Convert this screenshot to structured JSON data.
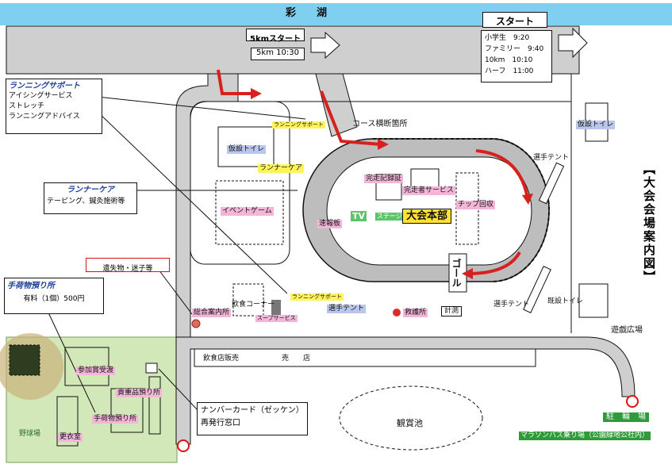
{
  "lake": "彩　　湖",
  "title_vertical": "【大会会場案内図】",
  "start_sign": "スタート",
  "start_times": [
    "小学生　9:20",
    "ファミリー　9:40",
    "10km　10:10",
    "ハーフ　11:00"
  ],
  "start_5km_sign": "5kmスタート",
  "start_5km_time": "5km 10:30",
  "legend": {
    "running_support": {
      "title": "ランニングサポート",
      "items": [
        "アイシングサービス",
        "ストレッチ",
        "ランニングアドバイス"
      ]
    },
    "runner_care": {
      "title": "ランナーケア",
      "text": "テーピング、鍼灸施術等"
    },
    "lost": {
      "title": "遺失物・迷子等"
    },
    "baggage": {
      "title": "手荷物預り所",
      "text": "有料（1個）500円"
    }
  },
  "labels": {
    "course_crossing": "コース横断箇所",
    "temp_toilet_1": "仮設トイレ",
    "temp_toilet_2": "仮設トイレ",
    "runner_care": "ランナーケア",
    "event_game": "イベントゲーム",
    "rs_small_1": "ランニングサポート",
    "rs_small_2": "ランニングサポート",
    "finish_cert": "完走記録証",
    "finisher_service": "完走者サービス",
    "chip_collection": "チップ回収",
    "tv": "TV",
    "stage": "ステージ",
    "hq": "大会本部",
    "bulletin": "速報板",
    "goal": "ゴール",
    "player_tent_1": "選手テント",
    "player_tent_2": "選手テント",
    "player_tent_3": "選手テント",
    "existing_toilet": "既設トイレ",
    "playground": "遊戯広場",
    "food_corner": "飲食コーナー",
    "soup_service": "スープサービス",
    "info": "総合案内所",
    "first_aid": "救護所",
    "timing": "計測",
    "food_sales": "飲食店販売",
    "shop": "売　　店",
    "participation_prize": "参加賞受渡",
    "valuables": "貴重品預り所",
    "baggage": "手荷物預り所",
    "changing_room": "更衣室",
    "baseball": "野球場",
    "bib_card": "ナンバーカード（ゼッケン）",
    "reissue": "再発行窓口",
    "pond": "観賞池",
    "bicycle": "駐　輪　場",
    "bus_stop": "マラソンバス乗り場（公園緑地公社内）"
  },
  "colors": {
    "road": "#cfcfcf",
    "arrow": "#d8201e",
    "field": "#d3e8b8",
    "lake_band": "#7fd0f0"
  }
}
